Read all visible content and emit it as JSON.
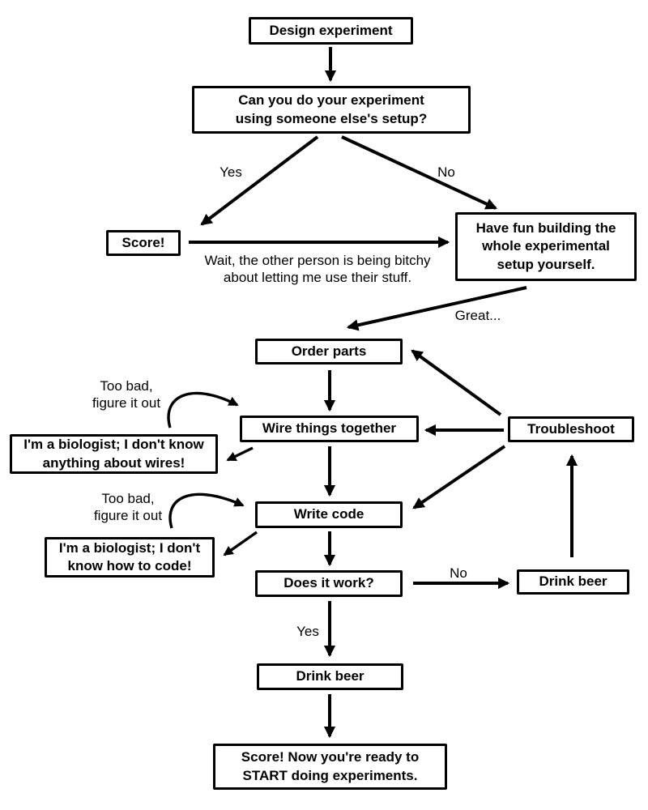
{
  "diagram": {
    "nodes": {
      "design_experiment": "Design experiment",
      "question_setup": "Can you do your experiment\nusing someone else's setup?",
      "score": "Score!",
      "have_fun": "Have fun building the\nwhole experimental\nsetup yourself.",
      "order_parts": "Order parts",
      "wire_things": "Wire things together",
      "troubleshoot": "Troubleshoot",
      "biologist_wires": "I'm a biologist; I don't know\nanything about wires!",
      "write_code": "Write code",
      "biologist_code": "I'm a biologist; I don't\nknow how to code!",
      "does_it_work": "Does it work?",
      "drink_beer_loop": "Drink beer",
      "drink_beer_final": "Drink beer",
      "score_final": "Score! Now you're ready to\nSTART doing experiments."
    },
    "edge_labels": {
      "yes_top": "Yes",
      "no_top": "No",
      "wait_excuse": "Wait, the other person is being bitchy\nabout letting me use their stuff.",
      "great": "Great...",
      "too_bad_wires": "Too bad,\nfigure it out",
      "too_bad_code": "Too bad,\nfigure it out",
      "no_work": "No",
      "yes_work": "Yes"
    },
    "colors": {
      "background": "#ffffff",
      "box_fill": "#ffffff",
      "box_border": "#000000",
      "text": "#000000",
      "arrow": "#000000"
    }
  }
}
